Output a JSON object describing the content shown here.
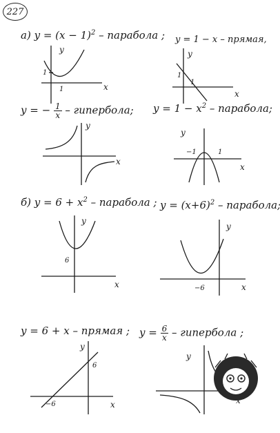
{
  "problem_number": "227",
  "part_a": {
    "label": "а)",
    "eq1_lhs": "y = (x − 1)",
    "eq1_sup": "2",
    "eq1_rest": " – парабола ;",
    "eq2": "y = 1 − x  – прямая,",
    "eq3_lhs": "y = −",
    "eq3_frac_top": "1",
    "eq3_frac_bot": "x",
    "eq3_rest": " – гипербола;",
    "eq4_lhs": "y = 1 − x",
    "eq4_sup": "2",
    "eq4_rest": " – парабола;"
  },
  "part_b": {
    "label": "б)",
    "eq1_lhs": "y = 6 + x",
    "eq1_sup": "2",
    "eq1_rest": " – парабола ;",
    "eq2_lhs": "y = (x+6)",
    "eq2_sup": "2",
    "eq2_rest": " – парабола;",
    "eq3": "y = 6 + x  – прямая ;",
    "eq4_lhs": "y =",
    "eq4_frac_top": "6",
    "eq4_frac_bot": "x",
    "eq4_rest": " – гипербола ;"
  },
  "axis": {
    "x": "x",
    "y": "y"
  },
  "tick_labels": {
    "g1_one_y": "1",
    "g1_one_x": "1",
    "g2_one_y": "1",
    "g2_one_x": "1",
    "g4_minus_one": "−1",
    "g4_one": "1",
    "g5_six": "6",
    "g6_minus_six": "−6",
    "g7_six": "6",
    "g7_minus_six": "−6"
  }
}
